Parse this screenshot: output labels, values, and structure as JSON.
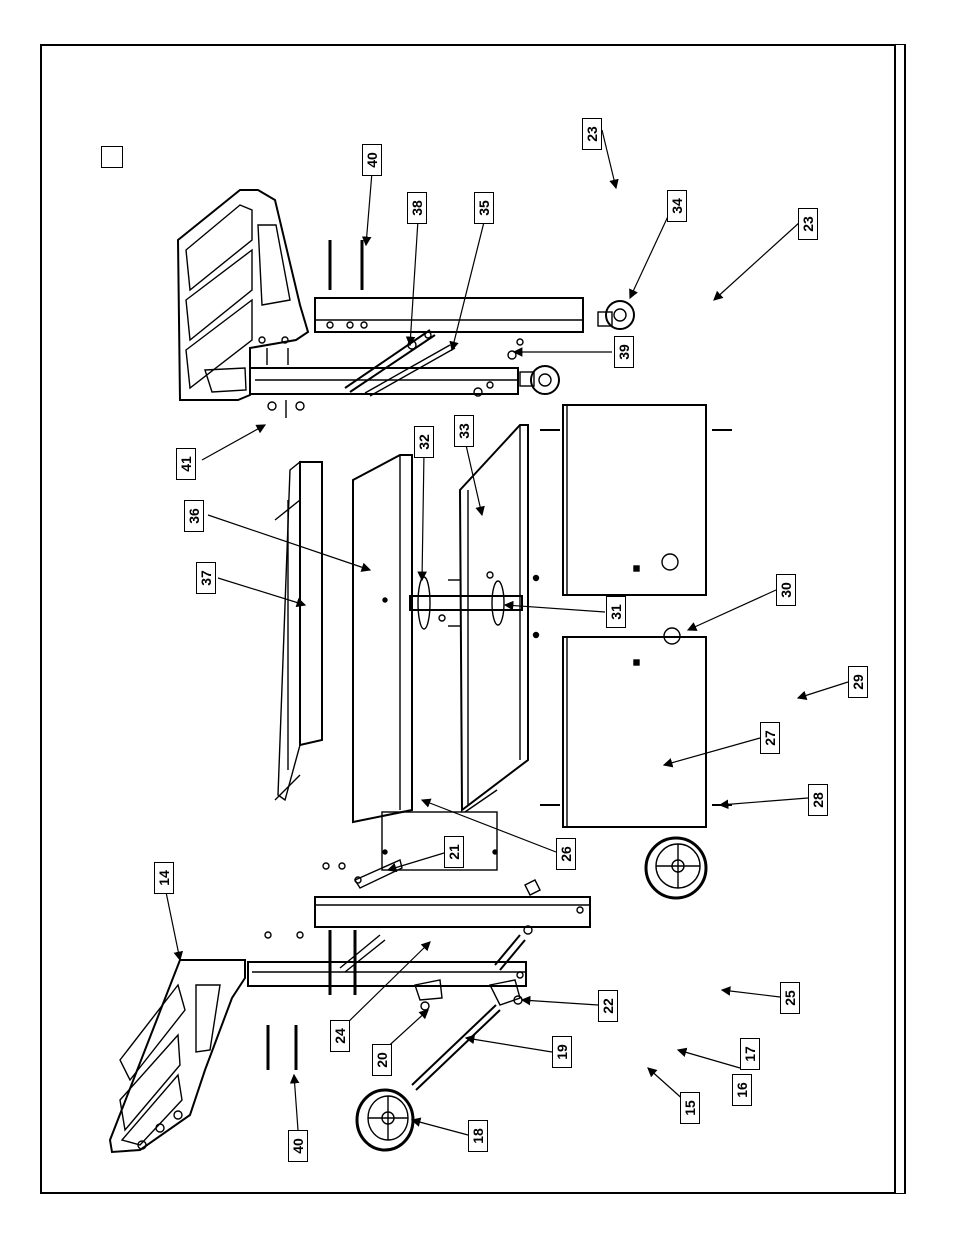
{
  "diagram": {
    "callouts": [
      {
        "id": "c23a",
        "label": "23"
      },
      {
        "id": "c23b",
        "label": "23"
      },
      {
        "id": "c40a",
        "label": "40"
      },
      {
        "id": "c38",
        "label": "38"
      },
      {
        "id": "c35",
        "label": "35"
      },
      {
        "id": "c34",
        "label": "34"
      },
      {
        "id": "c39",
        "label": "39"
      },
      {
        "id": "c41",
        "label": "41"
      },
      {
        "id": "c32",
        "label": "32"
      },
      {
        "id": "c33",
        "label": "33"
      },
      {
        "id": "c36",
        "label": "36"
      },
      {
        "id": "c37",
        "label": "37"
      },
      {
        "id": "c31",
        "label": "31"
      },
      {
        "id": "c30",
        "label": "30"
      },
      {
        "id": "c29",
        "label": "29"
      },
      {
        "id": "c27",
        "label": "27"
      },
      {
        "id": "c28",
        "label": "28"
      },
      {
        "id": "c26",
        "label": "26"
      },
      {
        "id": "c21",
        "label": "21"
      },
      {
        "id": "c14",
        "label": "14"
      },
      {
        "id": "c24",
        "label": "24"
      },
      {
        "id": "c22",
        "label": "22"
      },
      {
        "id": "c25",
        "label": "25"
      },
      {
        "id": "c20",
        "label": "20"
      },
      {
        "id": "c19",
        "label": "19"
      },
      {
        "id": "c17",
        "label": "17"
      },
      {
        "id": "c16",
        "label": "16"
      },
      {
        "id": "c15",
        "label": "15"
      },
      {
        "id": "c18",
        "label": "18"
      },
      {
        "id": "c40b",
        "label": "40"
      }
    ]
  }
}
